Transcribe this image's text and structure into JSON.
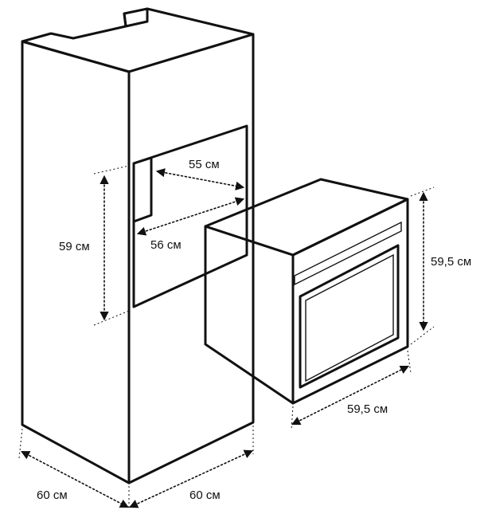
{
  "labels": {
    "niche_depth": "55 см",
    "niche_width": "56 см",
    "niche_height": "59 см",
    "oven_height": "59,5 см",
    "oven_width": "59,5 см",
    "cabinet_depth": "60 см",
    "cabinet_width": "60 см"
  },
  "colors": {
    "stroke": "#111111",
    "background": "#ffffff"
  }
}
